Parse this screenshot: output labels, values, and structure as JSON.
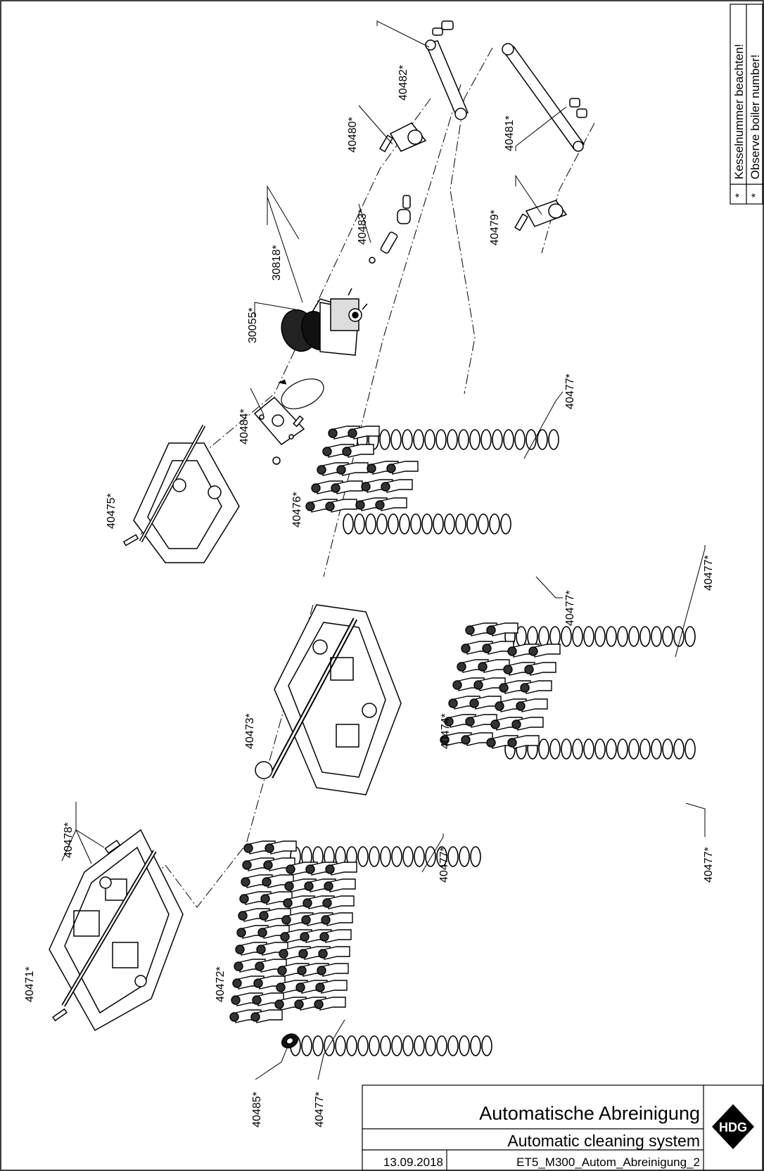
{
  "note": {
    "marker": "*",
    "de": "Kesselnummer beachten!",
    "en": "Observe boiler number!"
  },
  "title_block": {
    "title_de": "Automatische Abreinigung",
    "title_en": "Automatic cleaning system",
    "date": "13.09.2018",
    "drawing_id": "ET5_M300_Autom_Abreinigung_2",
    "logo_text": "HDG"
  },
  "parts": {
    "p40471": "40471*",
    "p40472": "40472*",
    "p40473": "40473*",
    "p40474": "40474*",
    "p40475": "40475*",
    "p40476": "40476*",
    "p40477": "40477*",
    "p40478": "40478*",
    "p40479": "40479*",
    "p40480": "40480*",
    "p40481": "40481*",
    "p40482": "40482*",
    "p40483": "40483*",
    "p40484": "40484*",
    "p40485": "40485*",
    "p30055": "30055*",
    "p30818": "30818*"
  }
}
